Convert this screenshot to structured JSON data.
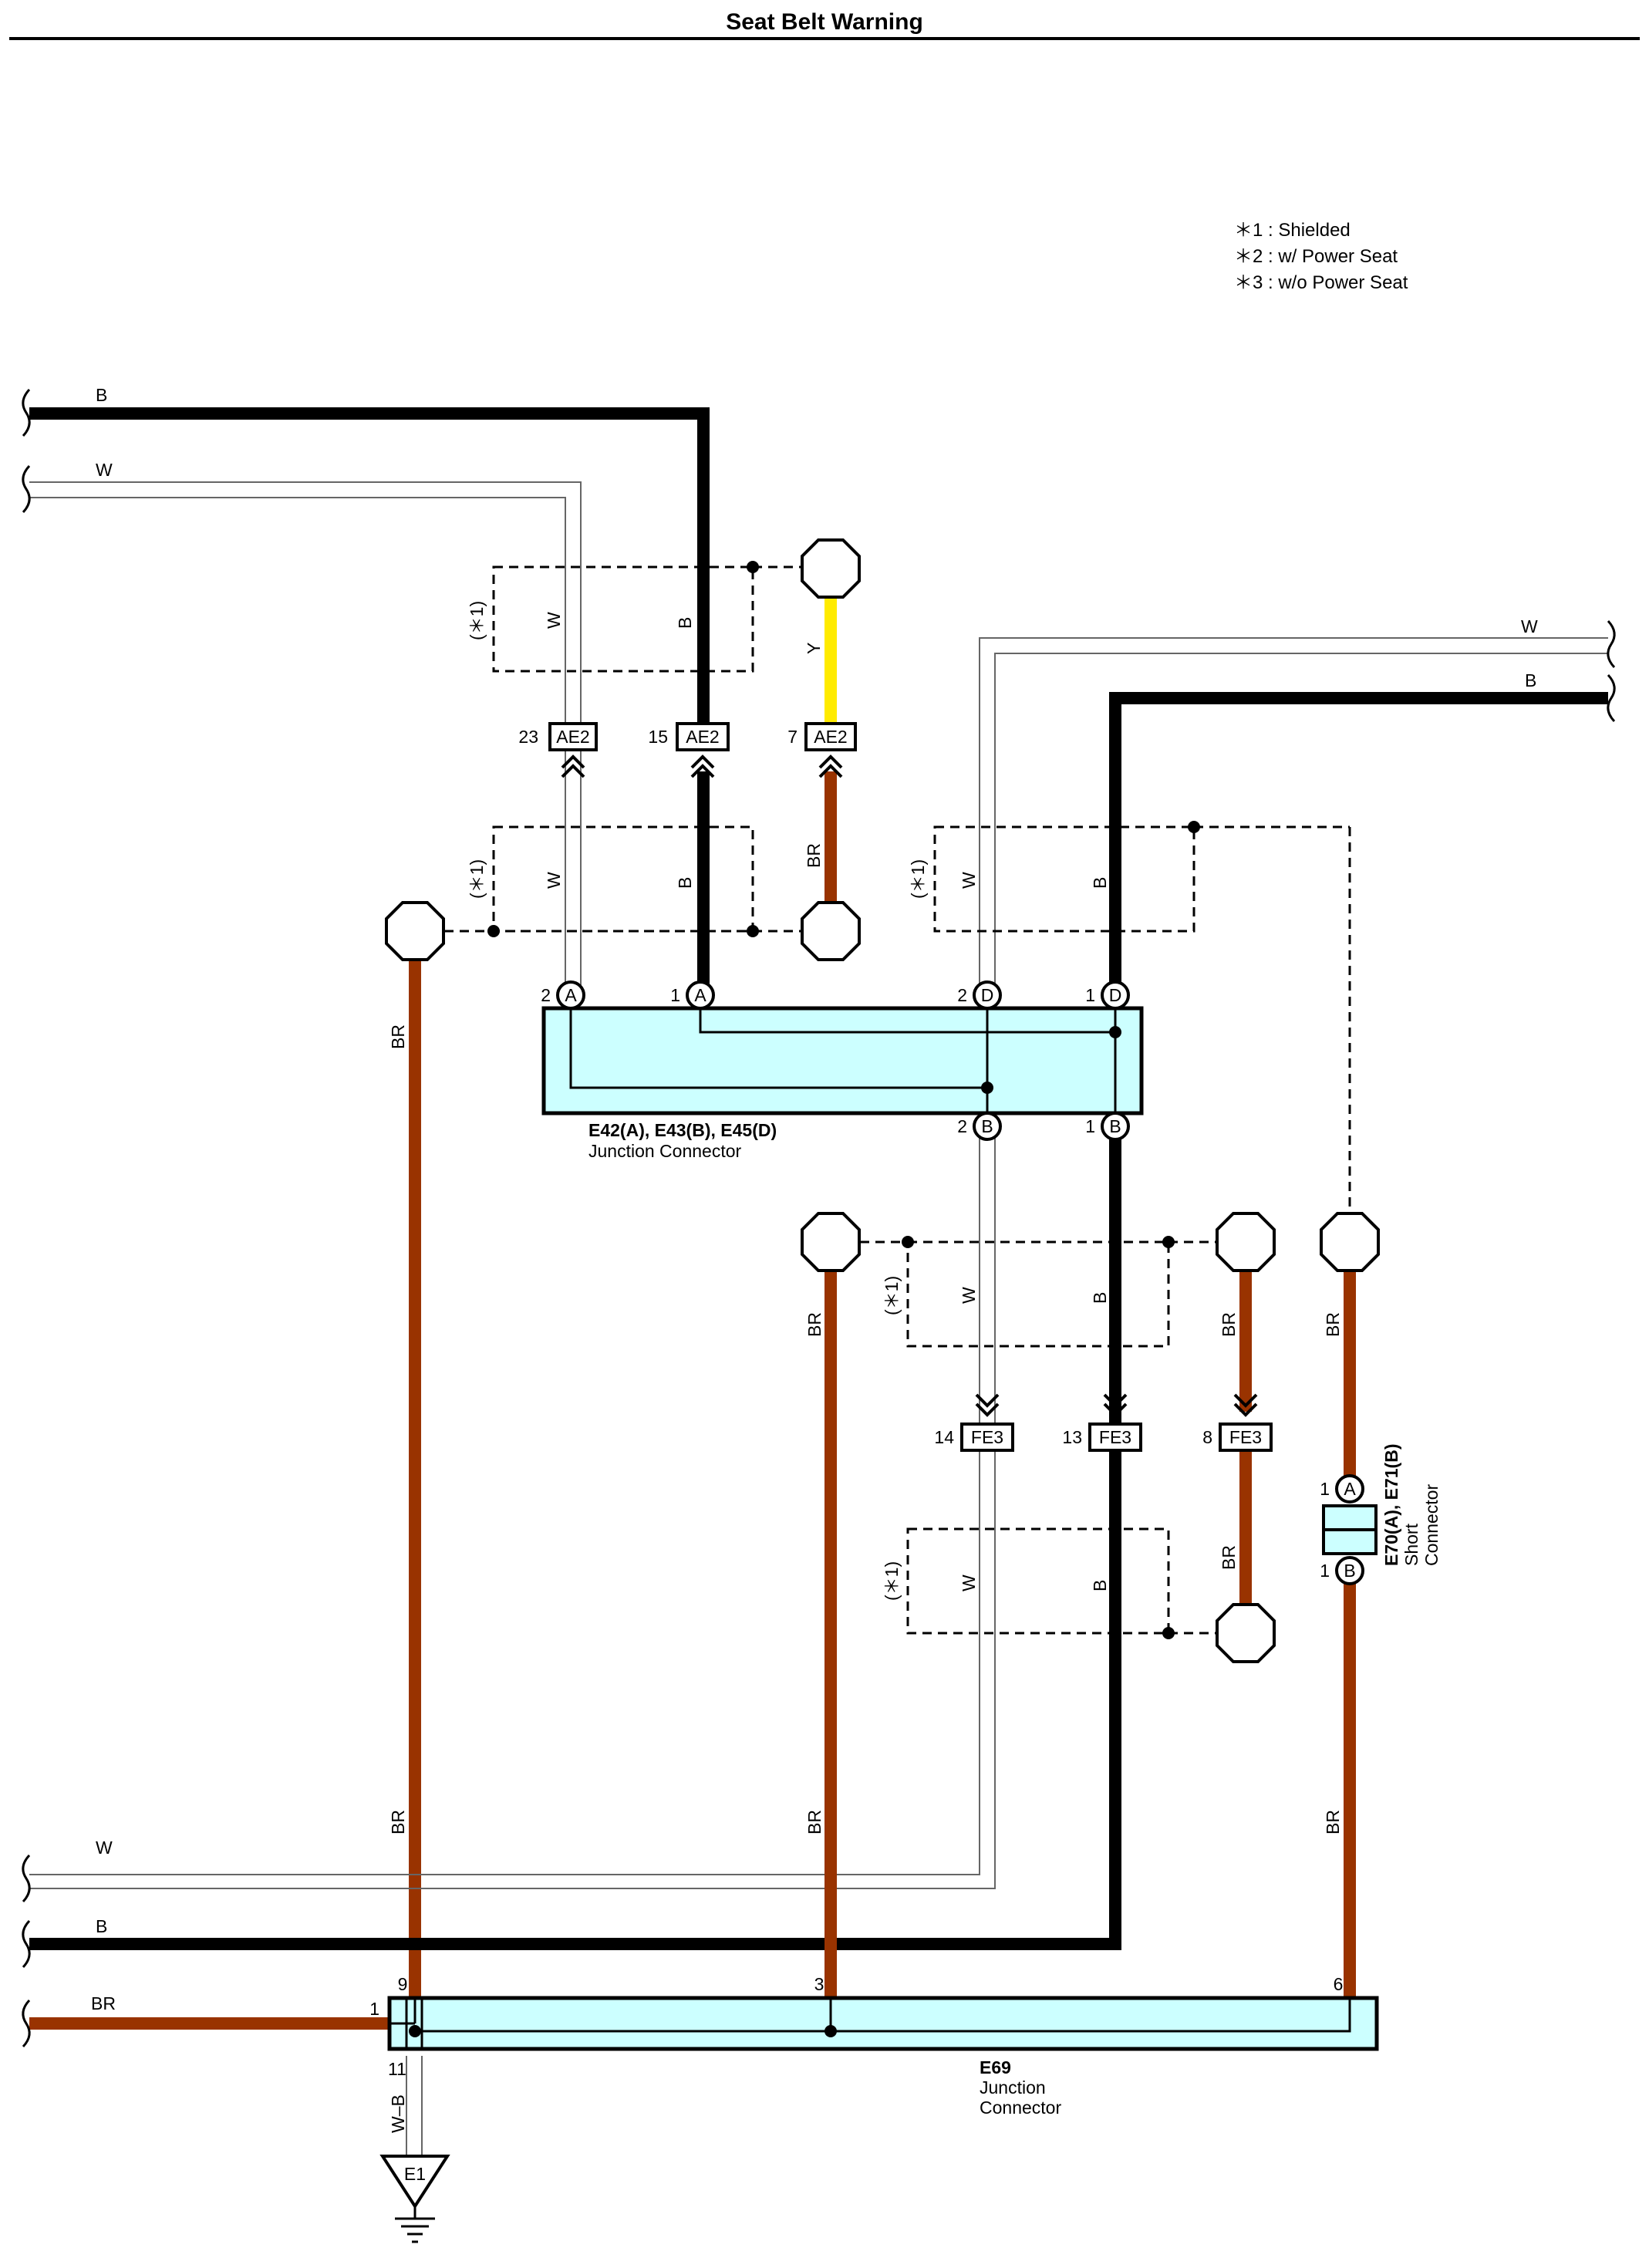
{
  "title": "Seat Belt Warning",
  "notes": [
    "＊1 : Shielded",
    "＊2 : w/ Power Seat",
    "＊3 : w/o Power Seat"
  ],
  "shield_tag": "(＊1)",
  "wire_colors": {
    "B": "#000000",
    "W": "#ffffff",
    "Y": "#ffeb00",
    "BR": "#993300",
    "WB": "#ffffff"
  },
  "wire_labels": {
    "b": "B",
    "w": "W",
    "y": "Y",
    "br": "BR",
    "wb": "W–B"
  },
  "connectors": {
    "ae2": {
      "name": "AE2",
      "pins": [
        "23",
        "15",
        "7"
      ]
    },
    "fe3": {
      "name": "FE3",
      "pins": [
        "14",
        "13",
        "8"
      ]
    },
    "junction_top": {
      "title": "E42(A), E43(B), E45(D)",
      "subtitle": "Junction Connector",
      "pins": [
        {
          "num": "2",
          "letter": "A"
        },
        {
          "num": "1",
          "letter": "A"
        },
        {
          "num": "2",
          "letter": "D"
        },
        {
          "num": "1",
          "letter": "D"
        },
        {
          "num": "2",
          "letter": "B"
        },
        {
          "num": "1",
          "letter": "B"
        }
      ]
    },
    "short": {
      "title": "E70(A), E71(B)",
      "line2": "Short",
      "line3": "Connector",
      "pins": [
        {
          "num": "1",
          "letter": "A"
        },
        {
          "num": "1",
          "letter": "B"
        }
      ]
    },
    "e69": {
      "title": "E69",
      "line2": "Junction",
      "line3": "Connector",
      "pins": [
        "9",
        "3",
        "6",
        "1",
        "11"
      ]
    },
    "ground": {
      "name": "E1"
    }
  },
  "colors": {
    "connector_fill": "#ccffff",
    "yellow": "#ffeb00",
    "brown": "#993300"
  }
}
